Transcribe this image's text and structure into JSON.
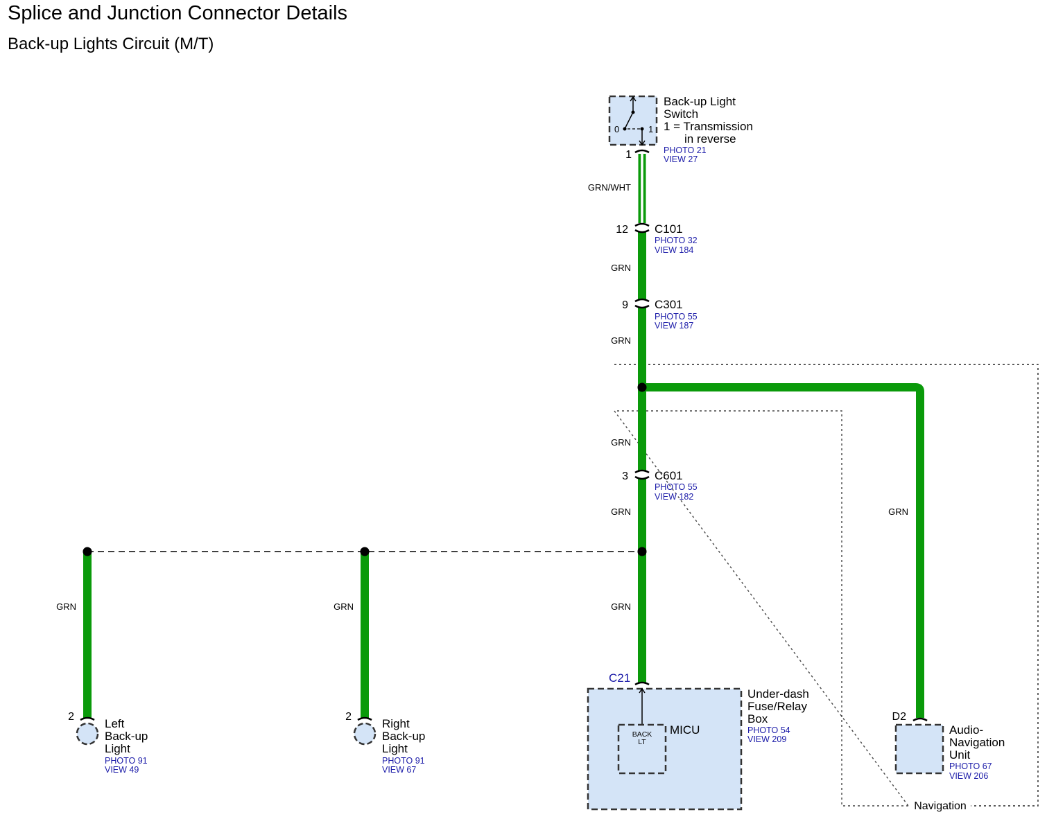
{
  "title": "Splice and Junction Connector Details",
  "subtitle": "Back-up Lights Circuit (M/T)",
  "colors": {
    "wire_grn": "#0a9a0a",
    "component_fill": "#d4e4f7",
    "reference_text": "#1a1aa8"
  },
  "switch": {
    "name_l1": "Back-up Light",
    "name_l2": "Switch",
    "desc_l1": "1 = Transmission",
    "desc_l2": "in reverse",
    "pos0": "0",
    "pos1": "1",
    "pin": "1",
    "photo": "PHOTO 21",
    "view": "VIEW 27"
  },
  "wires": {
    "grn_wht": "GRN/WHT",
    "grn": "GRN"
  },
  "connectors": [
    {
      "name": "C101",
      "pin": "12",
      "photo": "PHOTO 32",
      "view": "VIEW 184"
    },
    {
      "name": "C301",
      "pin": "9",
      "photo": "PHOTO 55",
      "view": "VIEW 187"
    },
    {
      "name": "C601",
      "pin": "3",
      "photo": "PHOTO 55",
      "view": "VIEW 182"
    }
  ],
  "fuse_box": {
    "connector": "C21",
    "name_l1": "Under-dash",
    "name_l2": "Fuse/Relay",
    "name_l3": "Box",
    "photo": "PHOTO 54",
    "view": "VIEW 209",
    "micu": "MICU",
    "back_l1": "BACK",
    "back_l2": "LT"
  },
  "left_light": {
    "pin": "2",
    "l1": "Left",
    "l2": "Back-up",
    "l3": "Light",
    "photo": "PHOTO 91",
    "view": "VIEW 49"
  },
  "right_light": {
    "pin": "2",
    "l1": "Right",
    "l2": "Back-up",
    "l3": "Light",
    "photo": "PHOTO 91",
    "view": "VIEW 67"
  },
  "nav_unit": {
    "pin": "D2",
    "l1": "Audio-",
    "l2": "Navigation",
    "l3": "Unit",
    "photo": "PHOTO 67",
    "view": "VIEW 206",
    "region": "Navigation"
  }
}
